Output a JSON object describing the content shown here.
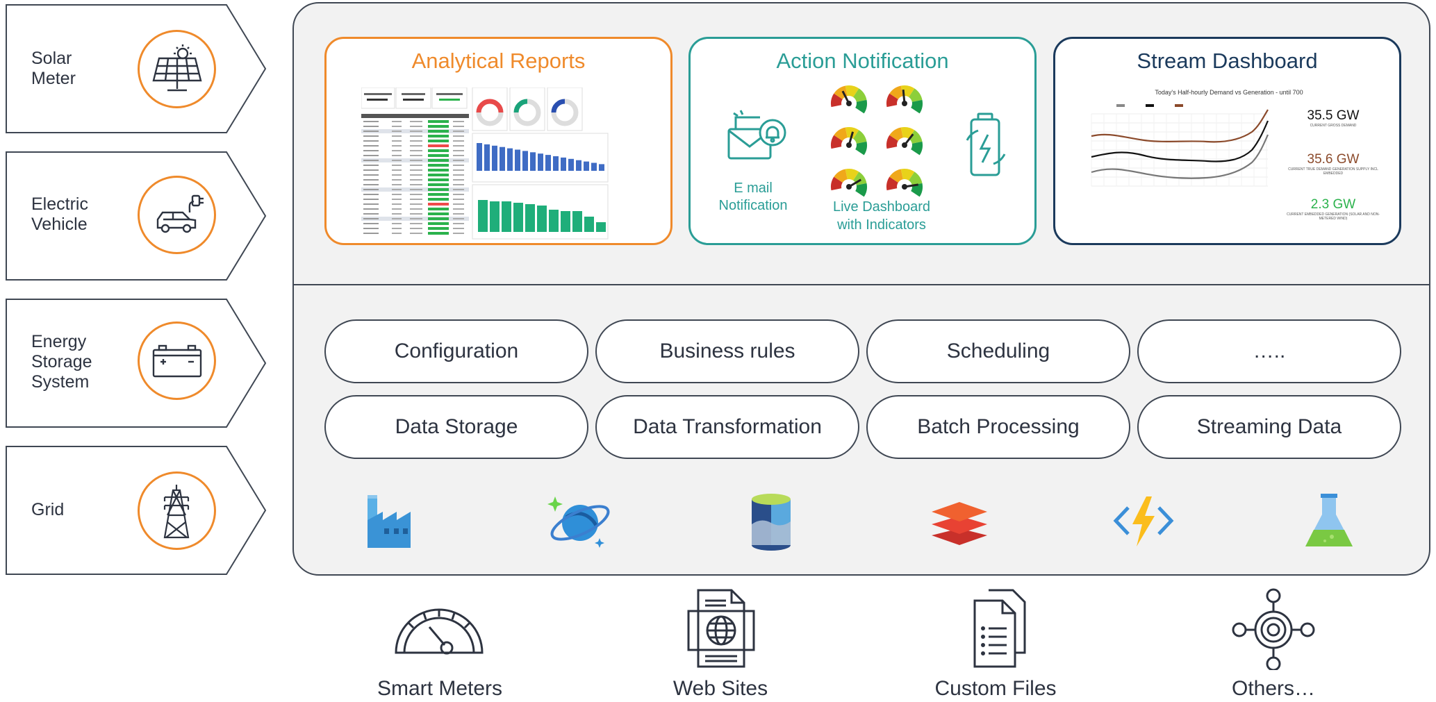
{
  "devices": [
    {
      "label": "Solar\nMeter",
      "icon": "solar-panel-icon"
    },
    {
      "label": "Electric\nVehicle",
      "icon": "electric-car-icon"
    },
    {
      "label": "Energy\nStorage\nSystem",
      "icon": "battery-icon"
    },
    {
      "label": "Grid",
      "icon": "power-tower-icon"
    }
  ],
  "cards": {
    "analytical": {
      "title": "Analytical Reports",
      "color": "#ef8a2b"
    },
    "action": {
      "title": "Action Notification",
      "color": "#2a9d96",
      "email_label": "E mail\nNotification",
      "live_label": "Live Dashboard\nwith Indicators"
    },
    "stream": {
      "title": "Stream Dashboard",
      "color": "#1b3a5c",
      "chart_title": "Today's Half-hourly Demand vs Generation - until 700",
      "stats": [
        {
          "value": "35.5 GW",
          "caption": "CURRENT GROSS DEMAND",
          "color": "#111111"
        },
        {
          "value": "35.6 GW",
          "caption": "CURRENT TRUE DEMAND GENERATION SUPPLY INCL EMBEDDED",
          "color": "#8b4a2b"
        },
        {
          "value": "2.3 GW",
          "caption": "CURRENT EMBEDDED GENERATION (SOLAR AND NON-METERED WIND)",
          "color": "#2bb24c"
        }
      ]
    }
  },
  "services": [
    [
      "Configuration",
      "Business rules",
      "Scheduling",
      "….."
    ],
    [
      "Data Storage",
      "Data Transformation",
      "Batch Processing",
      "Streaming Data"
    ]
  ],
  "tech_icons": [
    "factory-icon",
    "cosmos-planet-icon",
    "storage-cylinder-icon",
    "layers-icon",
    "function-bolt-icon",
    "flask-icon"
  ],
  "sources": [
    {
      "label": "Smart Meters",
      "icon": "gauge-icon"
    },
    {
      "label": "Web Sites",
      "icon": "web-document-icon"
    },
    {
      "label": "Custom Files",
      "icon": "files-icon"
    },
    {
      "label": "Others…",
      "icon": "network-hub-icon"
    }
  ]
}
